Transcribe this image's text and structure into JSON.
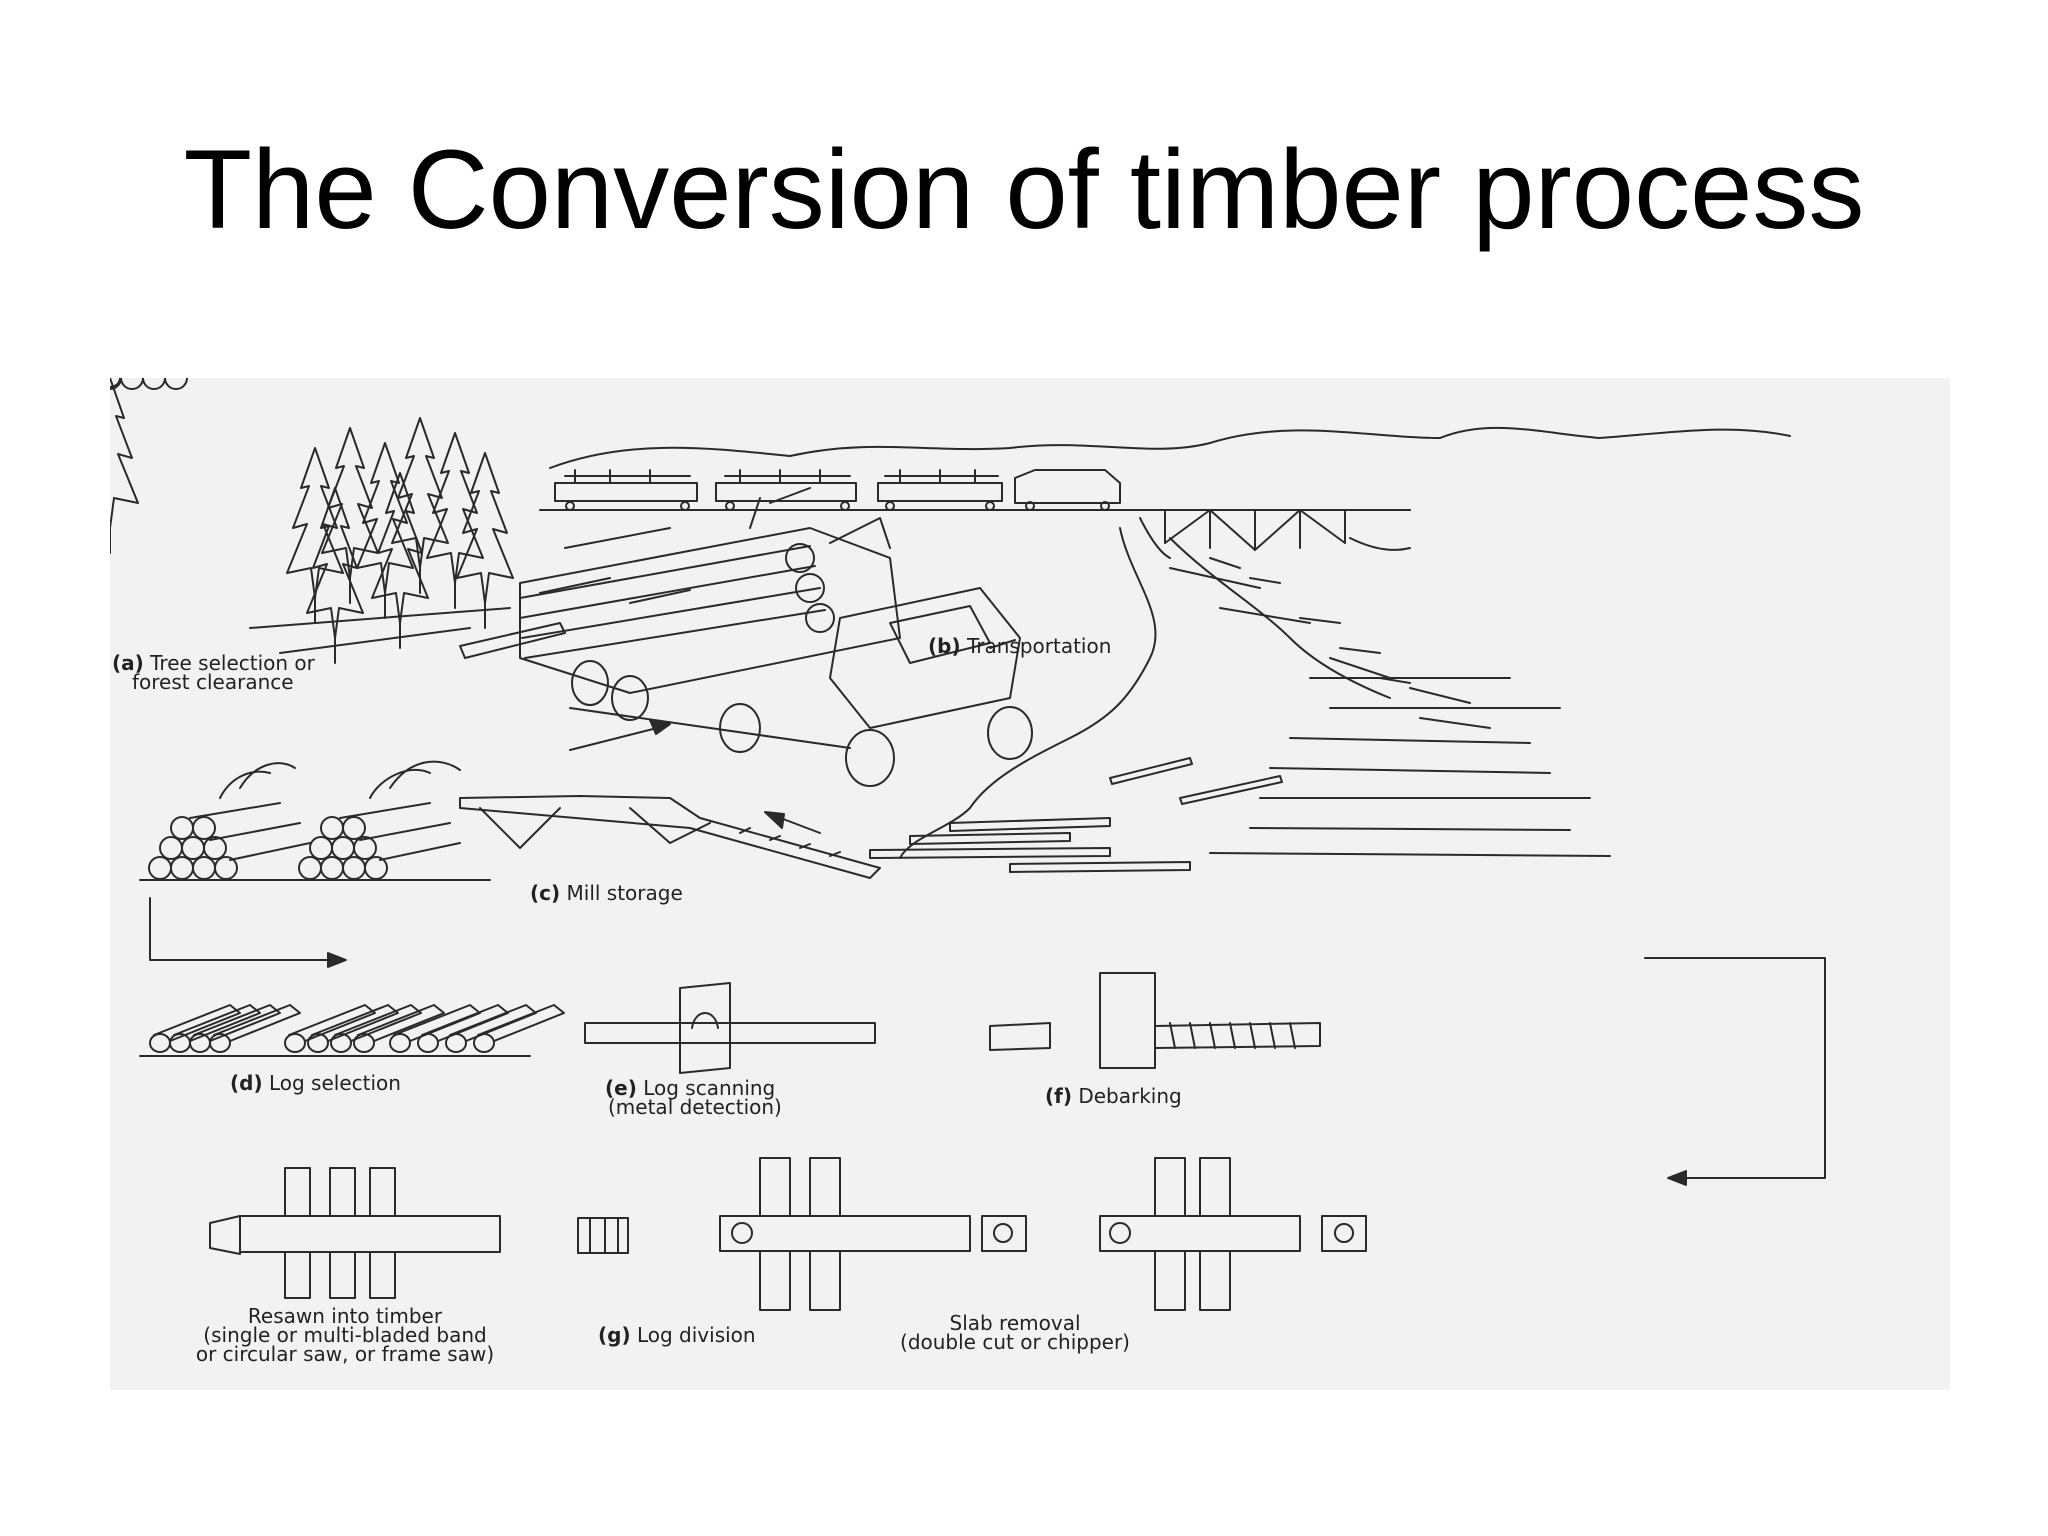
{
  "slide": {
    "title": "The Conversion of timber process"
  },
  "diagram": {
    "labels": {
      "a_tag": "(a)",
      "a_text": "Tree selection or",
      "a_text2": "forest clearance",
      "b_tag": "(b)",
      "b_text": "Transportation",
      "c_tag": "(c)",
      "c_text": "Mill storage",
      "d_tag": "(d)",
      "d_text": "Log selection",
      "e_tag": "(e)",
      "e_text": "Log scanning",
      "e_text2": "(metal detection)",
      "f_tag": "(f)",
      "f_text": "Debarking",
      "g_tag": "(g)",
      "g_text": "Log division",
      "resawn_1": "Resawn into timber",
      "resawn_2": "(single or multi-bladed band",
      "resawn_3": "or circular saw, or frame saw)",
      "slab_1": "Slab removal",
      "slab_2": "(double cut or chipper)"
    },
    "colors": {
      "ink": "#2a2a2a",
      "paper": "#f2f2f2"
    },
    "icons": [
      "forest-illustration",
      "train-illustration",
      "trestle-bridge-illustration",
      "log-truck-illustration",
      "river-illustration",
      "floating-logs-illustration",
      "log-piles-illustration",
      "conveyor-ramp-illustration",
      "log-row-illustration",
      "scanner-illustration",
      "debarker-illustration",
      "bandsaw-illustration",
      "log-division-illustration",
      "slab-removal-illustration",
      "flow-arrow-icon"
    ]
  }
}
